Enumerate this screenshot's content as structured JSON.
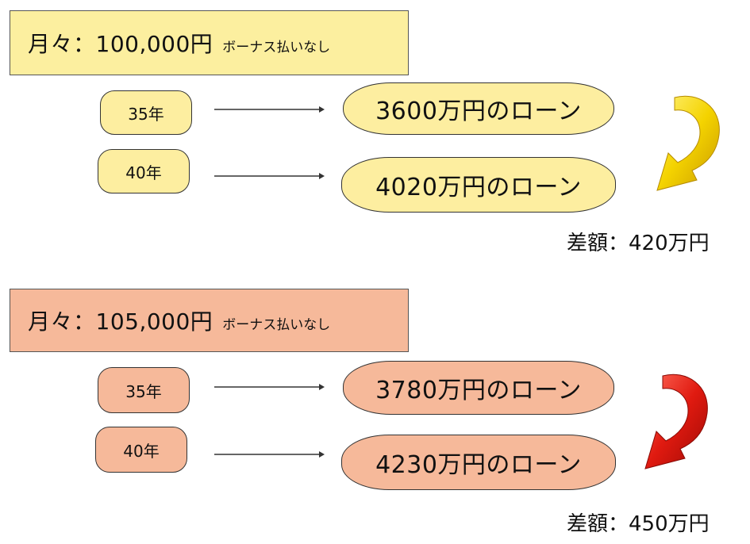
{
  "groups": [
    {
      "monthly": "月々：100,000円",
      "bonus_note": "ボーナス払いなし",
      "rows": [
        {
          "years": "35年",
          "loan": "3600万円のローン"
        },
        {
          "years": "40年",
          "loan": "4020万円のローン"
        }
      ],
      "difference": "差額：420万円",
      "colors": {
        "fill": "#fcef9f",
        "arrow": "yellow-curved-arrow"
      }
    },
    {
      "monthly": "月々：105,000円",
      "bonus_note": "ボーナス払いなし",
      "rows": [
        {
          "years": "35年",
          "loan": "3780万円のローン"
        },
        {
          "years": "40年",
          "loan": "4230万円のローン"
        }
      ],
      "difference": "差額：450万円",
      "colors": {
        "fill": "#f6b99a",
        "arrow": "red-curved-arrow"
      }
    }
  ]
}
